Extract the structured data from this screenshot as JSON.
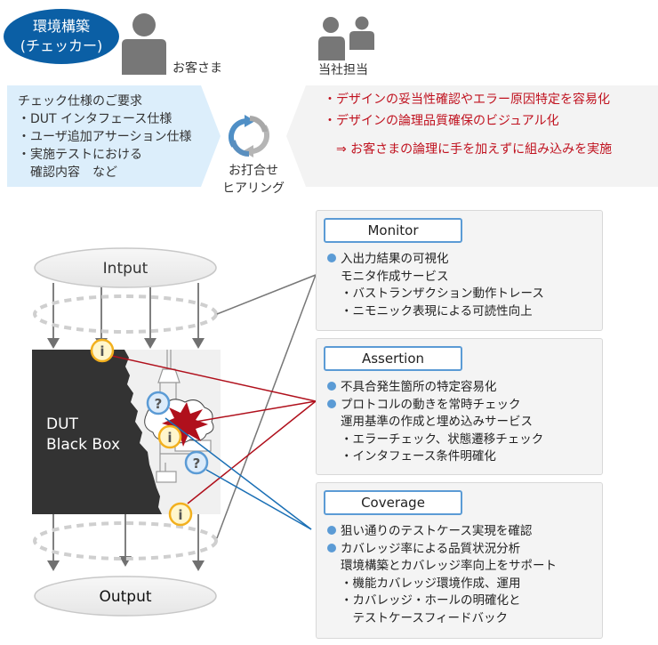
{
  "header": {
    "badge_line1": "環境構築",
    "badge_line2": "(チェッカー)",
    "customer_label": "お客さま",
    "staff_label": "当社担当"
  },
  "requirements": {
    "lines": [
      "チェック仕様のご要求",
      "・DUT インタフェース仕様",
      "・ユーザ追加アサーション仕様",
      "・実施テストにおける",
      "　確認内容　など"
    ],
    "background_color": "#dceefb"
  },
  "meeting": {
    "icon": "cycle-arrows-icon",
    "label_line1": "お打合せ",
    "label_line2": "ヒアリング"
  },
  "staff_points": {
    "lines": [
      "・デザインの妥当性確認やエラー原因特定を容易化",
      "・デザインの論理品質確保のビジュアル化"
    ],
    "result": "⇒ お客さまの論理に手を加えずに組み込みを実施",
    "text_color": "#c0121f",
    "background_color": "#f3f3f3"
  },
  "diagram": {
    "input_label": "Intput",
    "output_label": "Output",
    "dut_line1": "DUT",
    "dut_line2": "Black Box",
    "info_marker": "i",
    "question_marker": "?",
    "colors": {
      "dut": "#333333",
      "assertion_line": "#b0101c",
      "coverage_line": "#1a6fb5",
      "monitor_line": "#777777",
      "info_fill": "#fff6cc",
      "info_stroke": "#f2b01e",
      "question_fill": "#dcebfa",
      "question_stroke": "#5b9bd5",
      "error_burst": "#b0101c"
    }
  },
  "panels": [
    {
      "title": "Monitor",
      "items": [
        {
          "type": "bullet",
          "text": "入出力結果の可視化"
        },
        {
          "type": "sub",
          "text": "モニタ作成サービス"
        },
        {
          "type": "subsub",
          "text": "・バストランザクション動作トレース"
        },
        {
          "type": "subsub",
          "text": "・ニモニック表現による可読性向上"
        }
      ]
    },
    {
      "title": "Assertion",
      "items": [
        {
          "type": "bullet",
          "text": "不具合発生箇所の特定容易化"
        },
        {
          "type": "bullet",
          "text": "プロトコルの動きを常時チェック"
        },
        {
          "type": "sub",
          "text": "運用基準の作成と埋め込みサービス"
        },
        {
          "type": "subsub",
          "text": "・エラーチェック、状態遷移チェック"
        },
        {
          "type": "subsub",
          "text": "・インタフェース条件明確化"
        }
      ]
    },
    {
      "title": "Coverage",
      "items": [
        {
          "type": "bullet",
          "text": "狙い通りのテストケース実現を確認"
        },
        {
          "type": "bullet",
          "text": "カバレッジ率による品質状況分析"
        },
        {
          "type": "sub",
          "text": "環境構築とカバレッジ率向上をサポート"
        },
        {
          "type": "subsub",
          "text": "・機能カバレッジ環境作成、運用"
        },
        {
          "type": "subsub",
          "text": "・カバレッジ・ホールの明確化と"
        },
        {
          "type": "subsub",
          "text": "　テストケースフィードバック"
        }
      ]
    }
  ],
  "accent_color": "#5b9bd5"
}
